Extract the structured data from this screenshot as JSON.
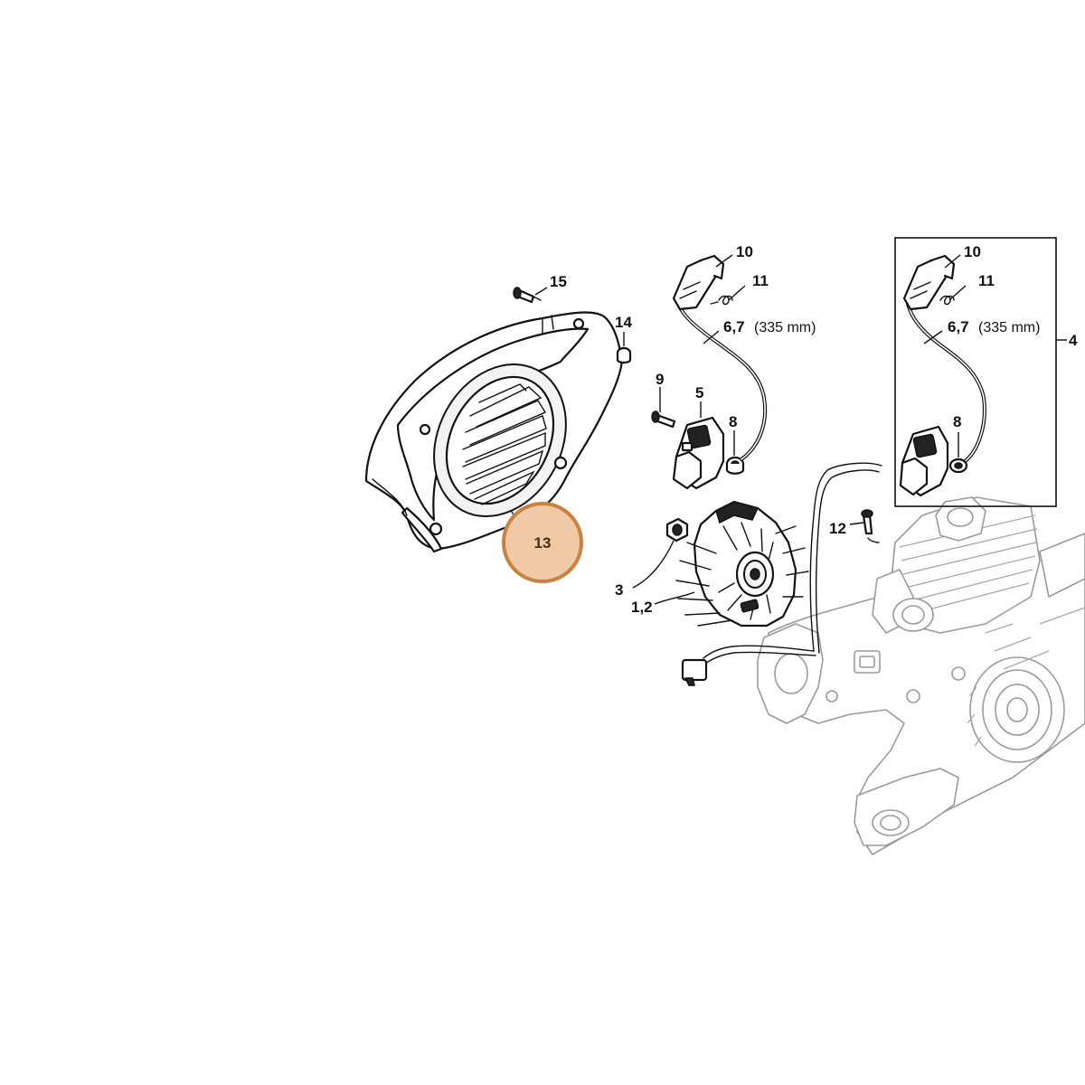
{
  "callouts": {
    "p15": "15",
    "p14": "14",
    "p13": "13",
    "p10": "10",
    "p11": "11",
    "p67": "6,7",
    "p67_note": "(335 mm)",
    "p9": "9",
    "p5": "5",
    "p8": "8",
    "p3": "3",
    "p12": "1,2",
    "p12b": "12",
    "box_p10": "10",
    "box_p11": "11",
    "box_p67": "6,7",
    "box_p67_note": "(335 mm)",
    "box_p8": "8",
    "box_p4": "4"
  },
  "highlight": {
    "part": "13",
    "fill": "#f0c9a7",
    "stroke": "#c8813f"
  }
}
